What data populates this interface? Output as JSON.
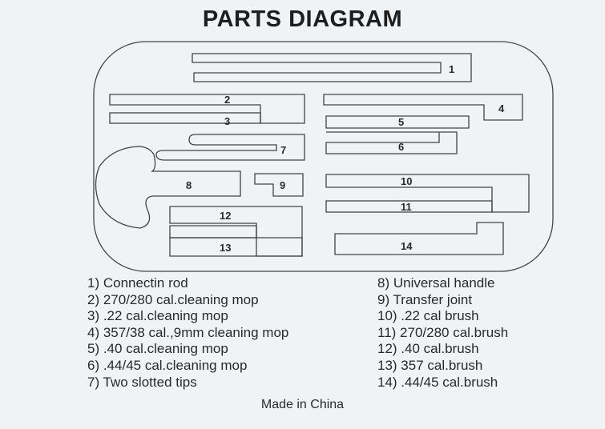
{
  "title": "PARTS DIAGRAM",
  "part_numbers": {
    "p1": "1",
    "p2": "2",
    "p3": "3",
    "p4": "4",
    "p5": "5",
    "p6": "6",
    "p7": "7",
    "p8": "8",
    "p9": "9",
    "p10": "10",
    "p11": "11",
    "p12": "12",
    "p13": "13",
    "p14": "14"
  },
  "legend_left": [
    "1) Connectin rod",
    "2) 270/280 cal.cleaning mop",
    "3) .22 cal.cleaning mop",
    "4) 357/38 cal.,9mm cleaning mop",
    "5) .40 cal.cleaning mop",
    "6) .44/45 cal.cleaning mop",
    "7) Two slotted tips"
  ],
  "legend_right": [
    "8) Universal handle",
    "9) Transfer joint",
    "10) .22 cal brush",
    "11) 270/280 cal.brush",
    "12) .40 cal.brush",
    "13) 357 cal.brush",
    "14) .44/45 cal.brush"
  ],
  "footer": "Made in China"
}
